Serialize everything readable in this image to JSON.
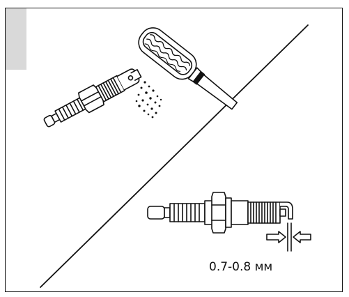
{
  "illustration": {
    "gap_label": "0.7-0.8 мм",
    "colors": {
      "line": "#111111",
      "tab": "#d9d9d9",
      "background": "#ffffff"
    },
    "icons": [
      "spark-plug-dirty",
      "cleaning-brush",
      "spark-plug-gap",
      "gap-arrows"
    ]
  }
}
